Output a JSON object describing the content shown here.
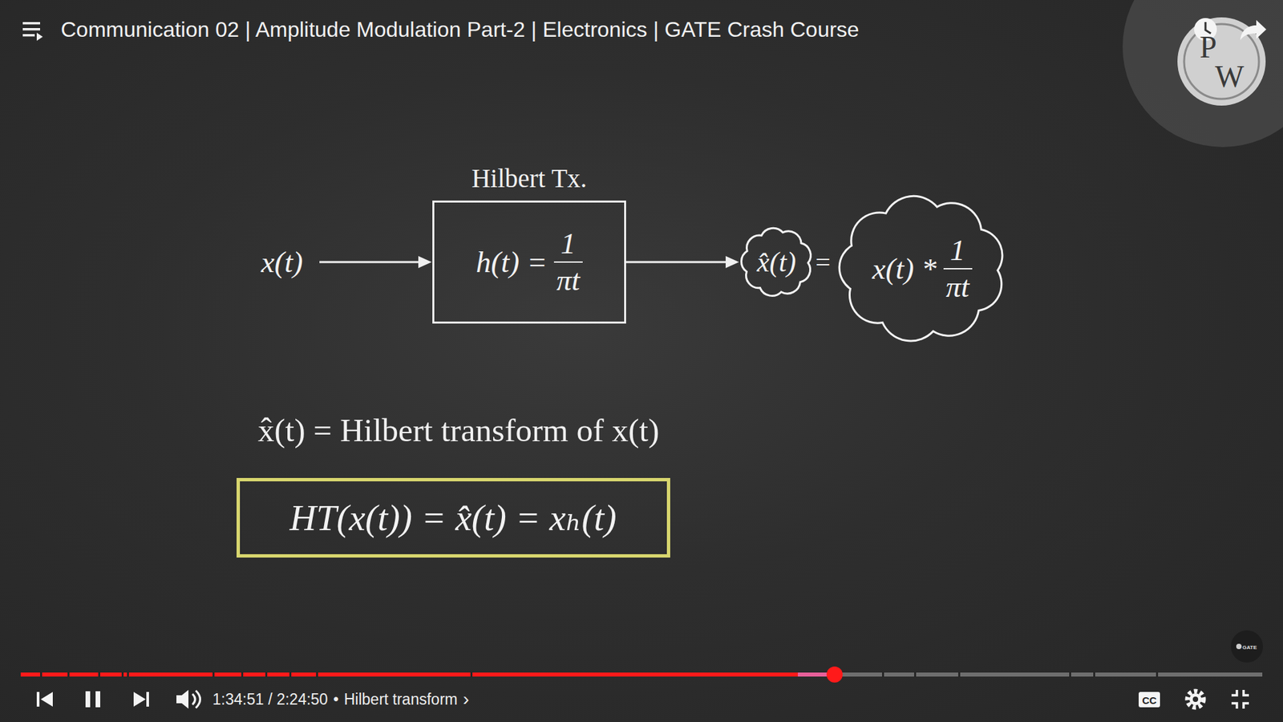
{
  "diagram": {
    "title": "Communication 02 | Amplitude Modulation Part-2 | Electronics | GATE Crash Course",
    "nodes": [
      {
        "text": [
          "Hilbert Tx.",
          "h(t) =",
          "1",
          "πt"
        ]
      },
      {
        "text": [
          "x̂(t)"
        ]
      },
      {
        "text": [
          "x(t) *",
          "1",
          "πt"
        ]
      },
      {
        "text": [
          "HT(x(t)) = x̂(t) = xₕ(t)"
        ]
      }
    ],
    "edges": [
      {
        "from": 0,
        "to": 1,
        "arrow": "to"
      }
    ],
    "labels": [
      "x(t)",
      "=",
      "x̂(t) = Hilbert transform of x(t)",
      "P",
      "W",
      "1:34:51 / 2:24:50",
      "•",
      "Hilbert transform",
      "›",
      "CC",
      "GATE"
    ]
  }
}
